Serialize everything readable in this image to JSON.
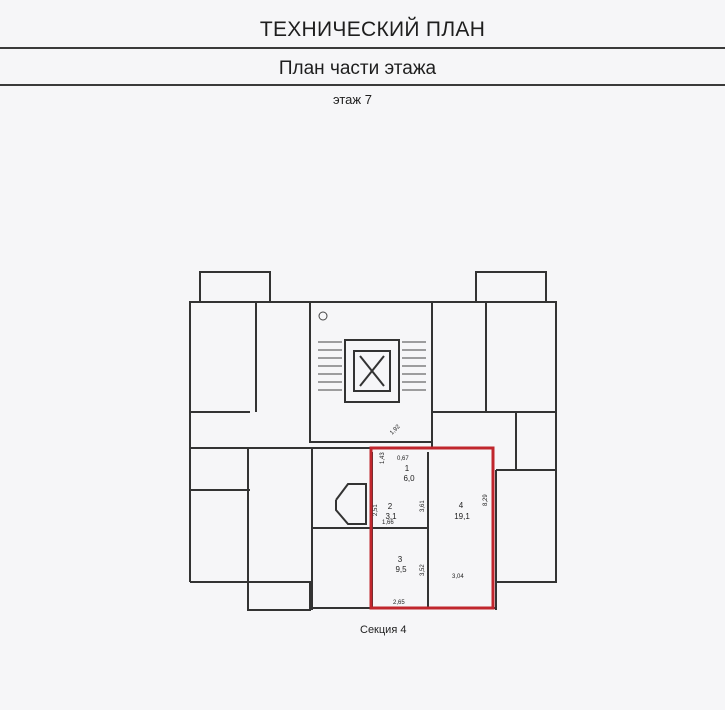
{
  "header": {
    "title": "ТЕХНИЧЕСКИЙ ПЛАН",
    "subtitle": "План части этажа",
    "floor": "этаж 7"
  },
  "plan": {
    "caption": "Секция 4",
    "highlight_color": "#c0262d",
    "rooms": [
      {
        "number": "1",
        "area": "6,0"
      },
      {
        "number": "2",
        "area": "3,1"
      },
      {
        "number": "3",
        "area": "9,5"
      },
      {
        "number": "4",
        "area": "19,1"
      }
    ],
    "dimensions": [
      "0,67",
      "1,43",
      "2,51",
      "1,66",
      "3,61",
      "8,29",
      "3,52",
      "3,04",
      "2,65",
      "1,92"
    ]
  }
}
